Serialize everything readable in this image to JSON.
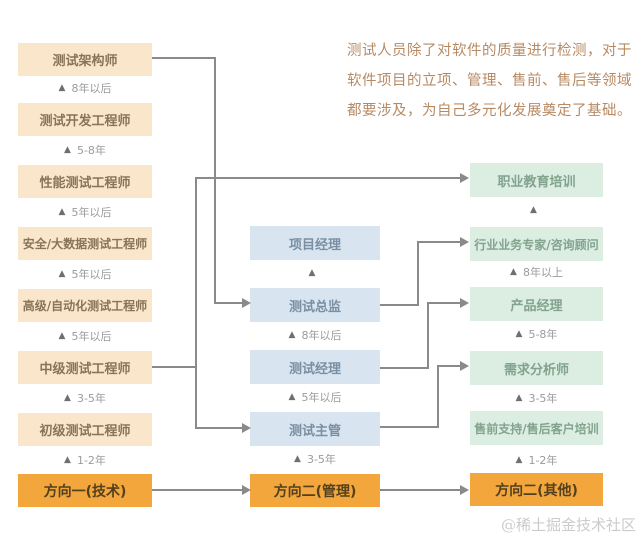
{
  "intro": {
    "text": "测试人员除了对软件的质量进行检测，对于软件项目的立项、管理、售前、售后等领域都要涉及，为自己多元化发展奠定了基础。",
    "color": "#b78a63"
  },
  "glyphs": {
    "up_arrow": "▲"
  },
  "colors": {
    "technical_box": "#FAE7CB",
    "management_box": "#D8E5F0",
    "other_box": "#DCEDE2",
    "track_bar": "#F2A63B",
    "connector": "#8a8a8a"
  },
  "columns": [
    {
      "title": "方向一(技术)",
      "theme": "orange",
      "boxes": [
        {
          "label": "测试架构师",
          "years": "8年以后"
        },
        {
          "label": "测试开发工程师",
          "years": "5-8年"
        },
        {
          "label": "性能测试工程师",
          "years": "5年以后"
        },
        {
          "label": "安全/大数据测试工程师",
          "years": "5年以后"
        },
        {
          "label": "高级/自动化测试工程师",
          "years": "5年以后"
        },
        {
          "label": "中级测试工程师",
          "years": "3-5年"
        },
        {
          "label": "初级测试工程师",
          "years": "1-2年"
        }
      ]
    },
    {
      "title": "方向二(管理)",
      "theme": "blue",
      "boxes": [
        {
          "label": "项目经理",
          "years": ""
        },
        {
          "label": "测试总监",
          "years": "8年以后"
        },
        {
          "label": "测试经理",
          "years": "5年以后"
        },
        {
          "label": "测试主管",
          "years": "3-5年"
        }
      ]
    },
    {
      "title": "方向二(其他)",
      "theme": "green",
      "boxes": [
        {
          "label": "职业教育培训",
          "years": ""
        },
        {
          "label": "行业业务专家/咨询顾问",
          "years": "8年以上"
        },
        {
          "label": "产品经理",
          "years": "5-8年"
        },
        {
          "label": "需求分析师",
          "years": "3-5年"
        },
        {
          "label": "售前支持/售后客户培训",
          "years": "1-2年"
        }
      ]
    }
  ],
  "watermark": "@稀土掘金技术社区"
}
